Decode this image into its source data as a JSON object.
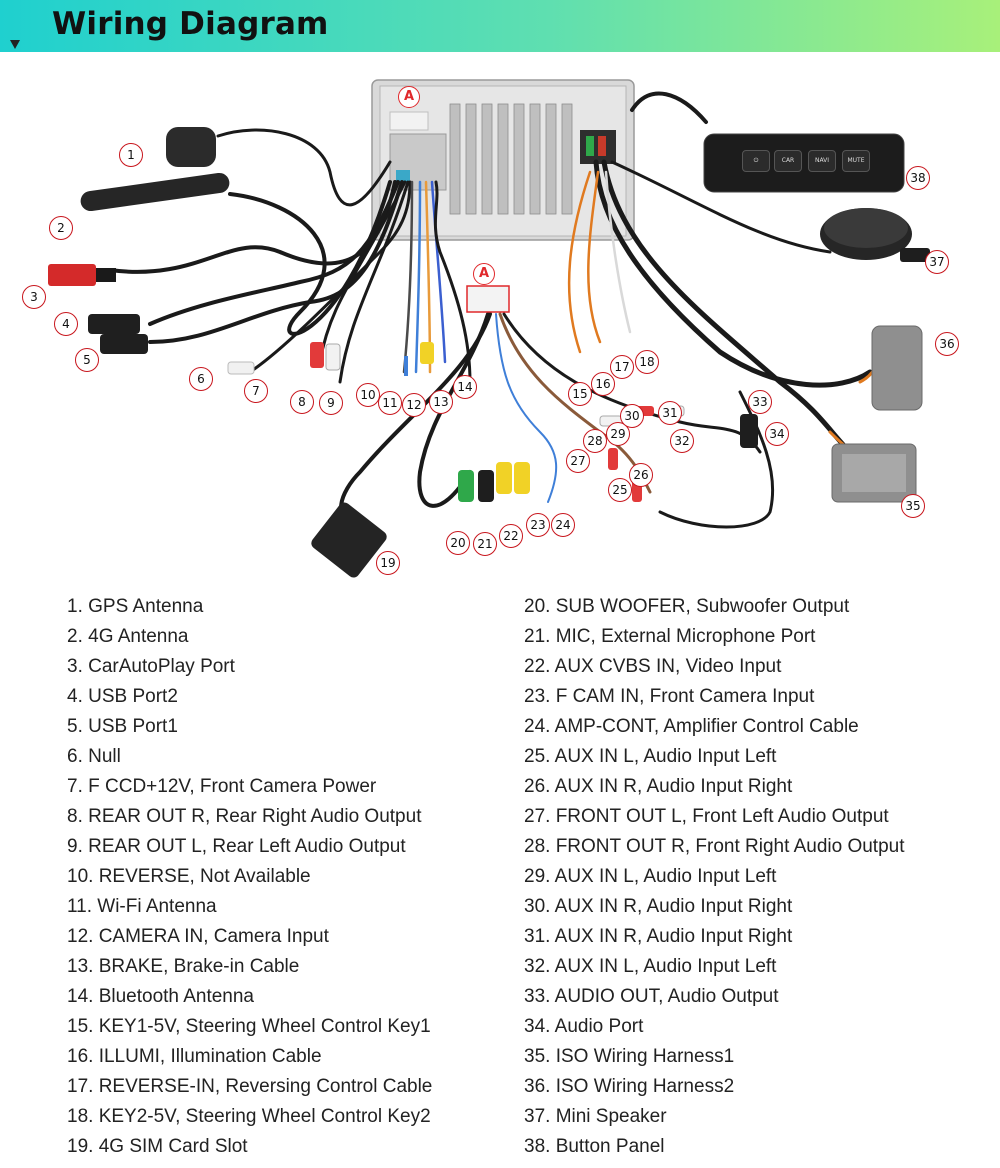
{
  "header": {
    "title": "Wiring Diagram"
  },
  "colors": {
    "header_gradient_start": "#1fd0cf",
    "header_gradient_end": "#a8f07a",
    "marker_border": "#c8161d",
    "connector_highlight": "#e0282b"
  },
  "diagram": {
    "connector_marker": "A",
    "button_panel": {
      "buttons": [
        "⏻",
        "CAR",
        "NAVI",
        "MUTE"
      ]
    },
    "markers": [
      "1",
      "2",
      "3",
      "4",
      "5",
      "6",
      "7",
      "8",
      "9",
      "10",
      "11",
      "12",
      "13",
      "14",
      "15",
      "16",
      "17",
      "18",
      "19",
      "20",
      "21",
      "22",
      "23",
      "24",
      "25",
      "26",
      "27",
      "28",
      "29",
      "30",
      "31",
      "32",
      "33",
      "34",
      "35",
      "36",
      "37",
      "38"
    ]
  },
  "legend": {
    "left": [
      "1. GPS Antenna",
      "2. 4G Antenna",
      "3. CarAutoPlay Port",
      "4. USB Port2",
      "5. USB Port1",
      "6. Null",
      "7. F CCD+12V, Front Camera Power",
      "8. REAR OUT R, Rear Right Audio Output",
      "9. REAR OUT L, Rear Left Audio Output",
      "10. REVERSE, Not Available",
      "11. Wi-Fi Antenna",
      "12. CAMERA IN, Camera Input",
      "13. BRAKE, Brake-in Cable",
      "14. Bluetooth Antenna",
      "15. KEY1-5V, Steering Wheel Control Key1",
      "16. ILLUMI, Illumination Cable",
      "17. REVERSE-IN, Reversing Control Cable",
      "18. KEY2-5V, Steering Wheel Control Key2",
      "19. 4G SIM Card Slot"
    ],
    "right": [
      "20. SUB WOOFER, Subwoofer Output",
      "21. MIC, External Microphone Port",
      "22. AUX CVBS IN, Video Input",
      "23. F CAM IN, Front Camera Input",
      "24. AMP-CONT, Amplifier Control Cable",
      "25. AUX IN L, Audio Input Left",
      "26. AUX IN R, Audio Input Right",
      "27. FRONT OUT L, Front Left Audio Output",
      "28. FRONT OUT R, Front Right Audio Output",
      "29. AUX IN L, Audio Input Left",
      "30. AUX IN R, Audio Input Right",
      "31. AUX IN R, Audio Input Right",
      "32. AUX IN L, Audio Input Left",
      "33. AUDIO OUT, Audio Output",
      "34. Audio Port",
      "35. ISO Wiring Harness1",
      "36. ISO Wiring Harness2",
      "37. Mini Speaker",
      "38. Button Panel"
    ]
  }
}
